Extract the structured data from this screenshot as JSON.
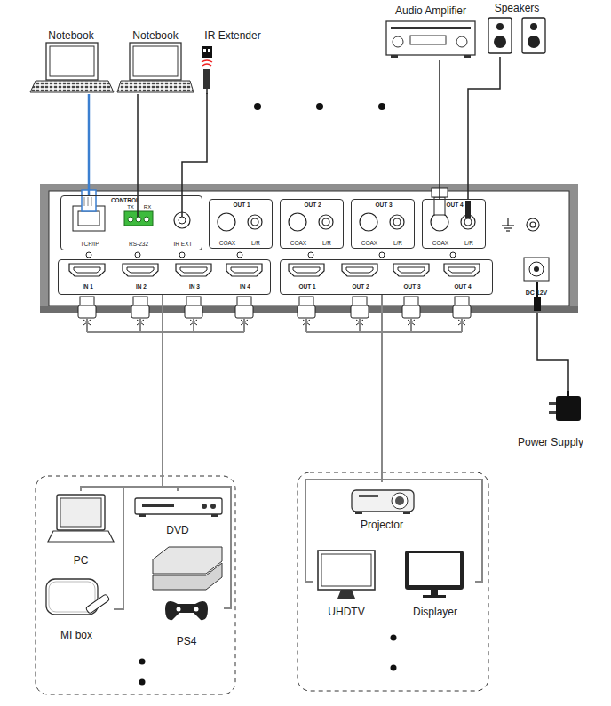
{
  "diagram": {
    "nodes": [
      {
        "text": [
          "Notebook"
        ]
      },
      {
        "text": [
          "Notebook"
        ]
      },
      {
        "text": [
          "IR Extender"
        ]
      },
      {
        "text": [
          "Audio Amplifier"
        ]
      },
      {
        "text": [
          "Speakers"
        ]
      },
      {
        "text": [
          "DC 12V"
        ]
      },
      {
        "text": [
          "CONTROL",
          "TCP/IP",
          "RS-232",
          "IR EXT"
        ],
        "in": 5
      },
      {
        "text": [
          "OUT 1",
          "COAX",
          "L/R"
        ],
        "in": 5
      },
      {
        "text": [
          "OUT 2",
          "COAX",
          "L/R"
        ],
        "in": 5
      },
      {
        "text": [
          "OUT 3",
          "COAX",
          "L/R"
        ],
        "in": 5
      },
      {
        "text": [
          "OUT 4",
          "COAX",
          "L/R"
        ],
        "in": 5
      },
      {
        "text": [
          "IN 1",
          "IN 2",
          "IN 3",
          "IN 4"
        ],
        "in": 5
      },
      {
        "text": [
          "OUT 1",
          "OUT 2",
          "OUT 3",
          "OUT 4"
        ],
        "in": 5
      },
      {
        "text": [
          "Power Supply"
        ]
      },
      {
        "text": [
          "PC"
        ]
      },
      {
        "text": [
          "DVD"
        ]
      },
      {
        "text": [
          "MI box"
        ]
      },
      {
        "text": [
          "PS4"
        ]
      },
      {
        "text": [
          "Projector"
        ]
      },
      {
        "text": [
          "UHDTV"
        ]
      },
      {
        "text": [
          "Displayer"
        ]
      }
    ],
    "edges": [
      {
        "from": 0,
        "to": 6,
        "arrow": "none"
      },
      {
        "from": 1,
        "to": 6,
        "arrow": "none"
      },
      {
        "from": 2,
        "to": 6,
        "arrow": "none"
      },
      {
        "from": 10,
        "to": 3,
        "arrow": "none"
      },
      {
        "from": 10,
        "to": 4,
        "arrow": "none"
      },
      {
        "from": 13,
        "to": 5,
        "arrow": "none"
      },
      {
        "from": 11,
        "to": 14,
        "arrow": "none"
      },
      {
        "from": 11,
        "to": 15,
        "arrow": "none"
      },
      {
        "from": 11,
        "to": 16,
        "arrow": "none"
      },
      {
        "from": 11,
        "to": 17,
        "arrow": "none"
      },
      {
        "from": 12,
        "to": 18,
        "arrow": "none"
      },
      {
        "from": 12,
        "to": 19,
        "arrow": "none"
      },
      {
        "from": 12,
        "to": 20,
        "arrow": "none"
      }
    ],
    "labels": [
      "TX",
      "RX"
    ]
  }
}
